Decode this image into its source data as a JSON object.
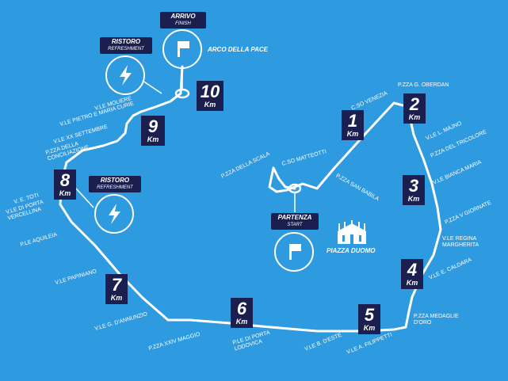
{
  "colors": {
    "background": "#2e9ae0",
    "route": "#ffffff",
    "marker": "#1b1f4f"
  },
  "km_markers": [
    {
      "number": "1",
      "unit": "Km"
    },
    {
      "number": "2",
      "unit": "Km"
    },
    {
      "number": "3",
      "unit": "Km"
    },
    {
      "number": "4",
      "unit": "Km"
    },
    {
      "number": "5",
      "unit": "Km"
    },
    {
      "number": "6",
      "unit": "Km"
    },
    {
      "number": "7",
      "unit": "Km"
    },
    {
      "number": "8",
      "unit": "Km"
    },
    {
      "number": "9",
      "unit": "Km"
    },
    {
      "number": "10",
      "unit": "Km"
    }
  ],
  "finish": {
    "title": "ARRIVO",
    "subtitle": "FINISH",
    "icon": "flag-icon",
    "place": "ARCO DELLA PACE"
  },
  "start": {
    "title": "PARTENZA",
    "subtitle": "START",
    "icon": "flag-icon"
  },
  "refreshments": [
    {
      "title": "RISTORO",
      "subtitle": "REFRESHMENT",
      "icon": "lightning-icon"
    },
    {
      "title": "RISTORO",
      "subtitle": "REFRESHMENT",
      "icon": "lightning-icon"
    }
  ],
  "landmark": {
    "name": "PIAZZA DUOMO",
    "icon": "cathedral-icon"
  },
  "streets": [
    "P.ZZA G. OBERDAN",
    "C.SO VENEZIA",
    "V.LE L. MAJNO",
    "P.ZZA DEL TRICOLORE",
    "V.LE BIANCA MARIA",
    "P.ZZA V GIORNATE",
    "V.LE REGINA MARGHERITA",
    "V.LE E. CALDARA",
    "P.ZZA MEDAGLIE D'ORO",
    "V.LE A. FILIPPETTI",
    "V.LE B. D'ESTE",
    "P.LE DI PORTA LODOVICA",
    "P.ZZA XXIV MAGGIO",
    "V.LE G. D'ANNUNZIO",
    "V.LE PAPINIANO",
    "P.LE AQUILEIA",
    "V.LE DI PORTA VERCELLINA",
    "V. E. TOTI",
    "P.ZZA DELLA CONCILIAZIONE",
    "V.LE XX SETTEMBRE",
    "V.LE PIETRO E MARIA CURIE",
    "V.LE MOLIERE",
    "C.SO MATTEOTTI",
    "P.ZZA DELLA SCALA",
    "P.ZZA SAN BABILA"
  ]
}
